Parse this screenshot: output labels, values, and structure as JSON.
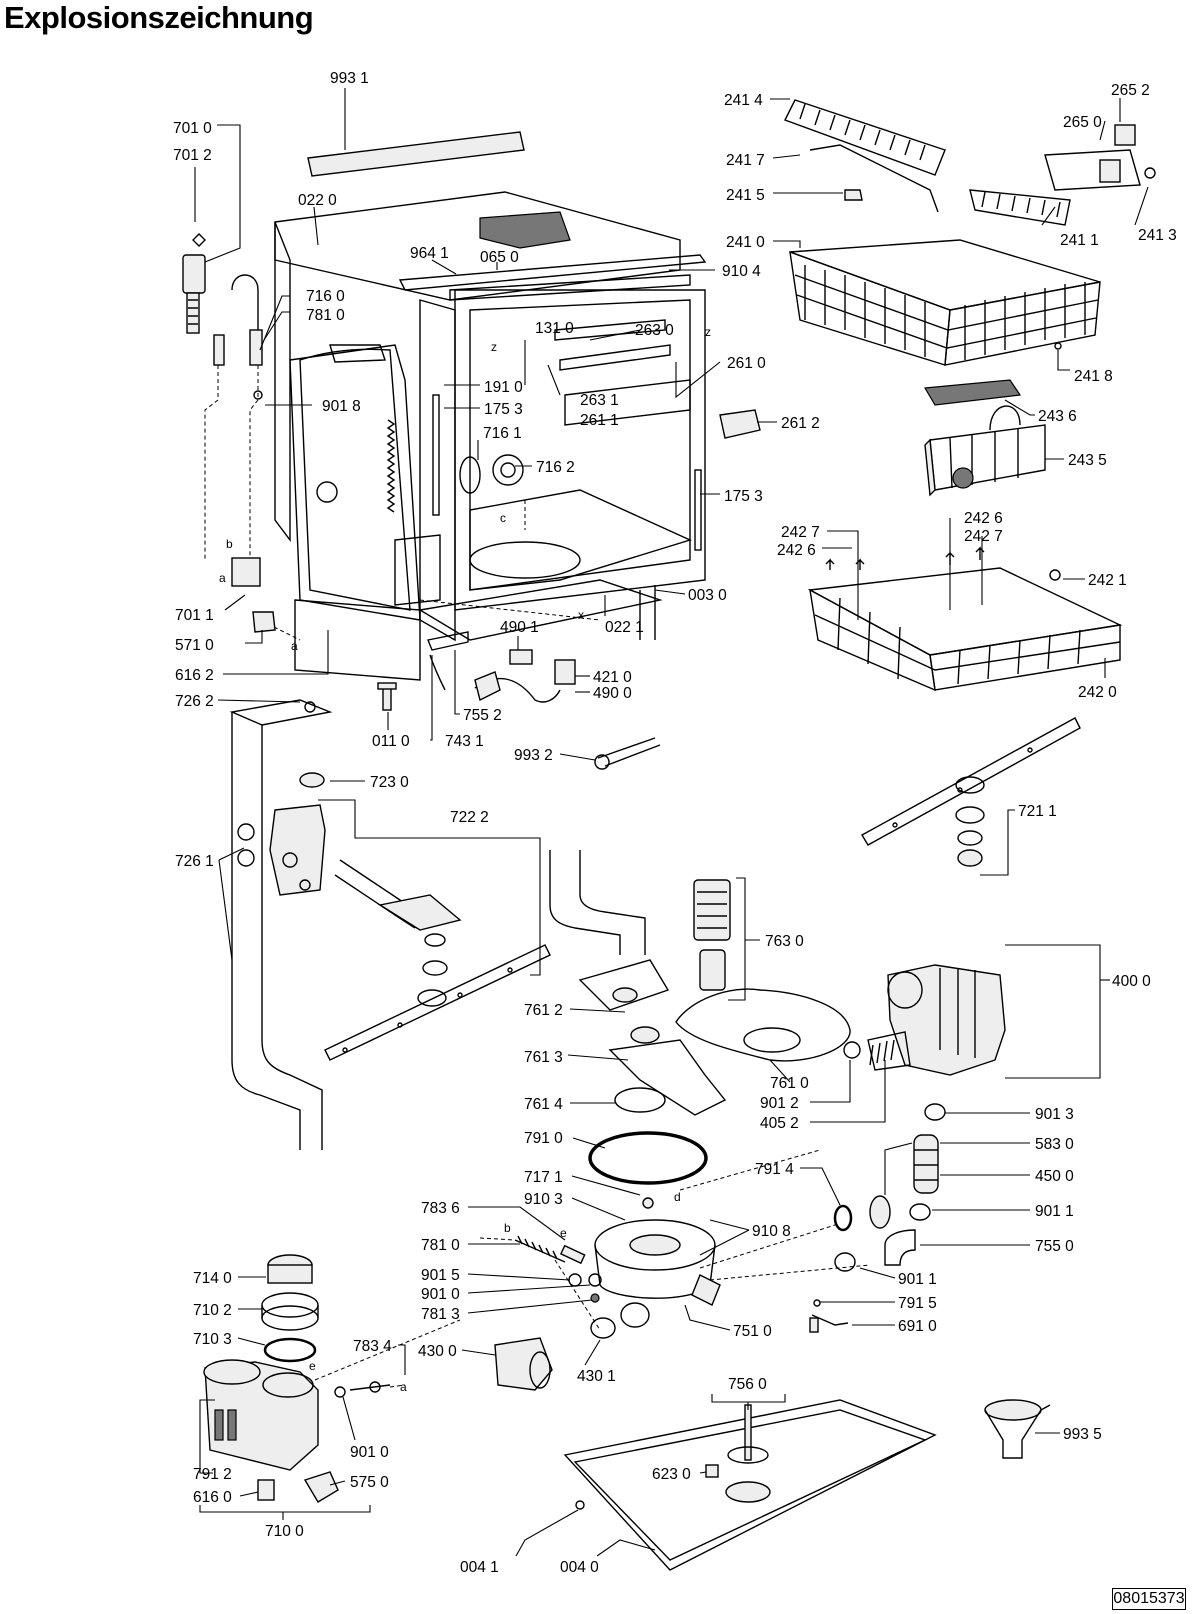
{
  "title": "Explosionszeichnung",
  "document_number": "08015373",
  "part_labels": [
    {
      "id": "993-1",
      "text": "993 1"
    },
    {
      "id": "701-0",
      "text": "701 0"
    },
    {
      "id": "701-2",
      "text": "701 2"
    },
    {
      "id": "022-0",
      "text": "022 0"
    },
    {
      "id": "964-1",
      "text": "964 1"
    },
    {
      "id": "065-0",
      "text": "065 0"
    },
    {
      "id": "910-4",
      "text": "910 4"
    },
    {
      "id": "716-0",
      "text": "716 0"
    },
    {
      "id": "781-0a",
      "text": "781 0"
    },
    {
      "id": "131-0",
      "text": "131 0"
    },
    {
      "id": "263-0",
      "text": "263 0"
    },
    {
      "id": "261-0",
      "text": "261 0"
    },
    {
      "id": "901-8",
      "text": "901 8"
    },
    {
      "id": "191-0",
      "text": "191 0"
    },
    {
      "id": "175-3a",
      "text": "175 3"
    },
    {
      "id": "263-1",
      "text": "263 1"
    },
    {
      "id": "261-1",
      "text": "261 1"
    },
    {
      "id": "716-1",
      "text": "716 1"
    },
    {
      "id": "716-2",
      "text": "716 2"
    },
    {
      "id": "175-3b",
      "text": "175 3"
    },
    {
      "id": "261-2",
      "text": "261 2"
    },
    {
      "id": "241-4",
      "text": "241 4"
    },
    {
      "id": "241-7",
      "text": "241 7"
    },
    {
      "id": "241-5",
      "text": "241 5"
    },
    {
      "id": "241-0",
      "text": "241 0"
    },
    {
      "id": "265-2",
      "text": "265 2"
    },
    {
      "id": "265-0",
      "text": "265 0"
    },
    {
      "id": "241-1",
      "text": "241 1"
    },
    {
      "id": "241-3",
      "text": "241 3"
    },
    {
      "id": "241-8",
      "text": "241 8"
    },
    {
      "id": "243-6",
      "text": "243 6"
    },
    {
      "id": "243-5",
      "text": "243 5"
    },
    {
      "id": "242-7a",
      "text": "242 7"
    },
    {
      "id": "242-6a",
      "text": "242 6"
    },
    {
      "id": "242-6b",
      "text": "242 6"
    },
    {
      "id": "242-7b",
      "text": "242 7"
    },
    {
      "id": "242-1",
      "text": "242 1"
    },
    {
      "id": "242-0",
      "text": "242 0"
    },
    {
      "id": "701-1",
      "text": "701 1"
    },
    {
      "id": "571-0",
      "text": "571 0"
    },
    {
      "id": "616-2",
      "text": "616 2"
    },
    {
      "id": "003-0",
      "text": "003 0"
    },
    {
      "id": "022-1",
      "text": "022 1"
    },
    {
      "id": "490-1",
      "text": "490 1"
    },
    {
      "id": "421-0",
      "text": "421 0"
    },
    {
      "id": "490-0",
      "text": "490 0"
    },
    {
      "id": "726-2",
      "text": "726 2"
    },
    {
      "id": "755-2",
      "text": "755 2"
    },
    {
      "id": "743-1",
      "text": "743 1"
    },
    {
      "id": "011-0",
      "text": "011 0"
    },
    {
      "id": "993-2",
      "text": "993 2"
    },
    {
      "id": "723-0",
      "text": "723 0"
    },
    {
      "id": "721-1",
      "text": "721 1"
    },
    {
      "id": "722-2",
      "text": "722 2"
    },
    {
      "id": "726-1",
      "text": "726 1"
    },
    {
      "id": "763-0",
      "text": "763 0"
    },
    {
      "id": "400-0",
      "text": "400 0"
    },
    {
      "id": "761-2",
      "text": "761 2"
    },
    {
      "id": "761-3",
      "text": "761 3"
    },
    {
      "id": "761-0",
      "text": "761 0"
    },
    {
      "id": "901-2",
      "text": "901 2"
    },
    {
      "id": "405-2",
      "text": "405 2"
    },
    {
      "id": "761-4",
      "text": "761 4"
    },
    {
      "id": "901-3",
      "text": "901 3"
    },
    {
      "id": "791-0",
      "text": "791 0"
    },
    {
      "id": "583-0",
      "text": "583 0"
    },
    {
      "id": "450-0",
      "text": "450 0"
    },
    {
      "id": "717-1",
      "text": "717 1"
    },
    {
      "id": "791-4",
      "text": "791 4"
    },
    {
      "id": "910-3",
      "text": "910 3"
    },
    {
      "id": "783-6",
      "text": "783 6"
    },
    {
      "id": "910-8",
      "text": "910 8"
    },
    {
      "id": "901-1a",
      "text": "901 1"
    },
    {
      "id": "781-0b",
      "text": "781 0"
    },
    {
      "id": "755-0",
      "text": "755 0"
    },
    {
      "id": "901-5",
      "text": "901 5"
    },
    {
      "id": "901-1b",
      "text": "901 1"
    },
    {
      "id": "901-0a",
      "text": "901 0"
    },
    {
      "id": "791-5",
      "text": "791 5"
    },
    {
      "id": "781-3",
      "text": "781 3"
    },
    {
      "id": "691-0",
      "text": "691 0"
    },
    {
      "id": "751-0",
      "text": "751 0"
    },
    {
      "id": "714-0",
      "text": "714 0"
    },
    {
      "id": "710-2",
      "text": "710 2"
    },
    {
      "id": "710-3",
      "text": "710 3"
    },
    {
      "id": "783-4",
      "text": "783 4"
    },
    {
      "id": "430-0",
      "text": "430 0"
    },
    {
      "id": "430-1",
      "text": "430 1"
    },
    {
      "id": "756-0",
      "text": "756 0"
    },
    {
      "id": "901-0b",
      "text": "901 0"
    },
    {
      "id": "993-5",
      "text": "993 5"
    },
    {
      "id": "623-0",
      "text": "623 0"
    },
    {
      "id": "791-2",
      "text": "791 2"
    },
    {
      "id": "575-0",
      "text": "575 0"
    },
    {
      "id": "616-0",
      "text": "616 0"
    },
    {
      "id": "710-0",
      "text": "710 0"
    },
    {
      "id": "004-1",
      "text": "004 1"
    },
    {
      "id": "004-0",
      "text": "004 0"
    }
  ],
  "connection_letters": [
    {
      "id": "z1",
      "text": "z"
    },
    {
      "id": "z2",
      "text": "z"
    },
    {
      "id": "c",
      "text": "c"
    },
    {
      "id": "x",
      "text": "x"
    },
    {
      "id": "b1",
      "text": "b"
    },
    {
      "id": "a1",
      "text": "a"
    },
    {
      "id": "a2",
      "text": "a"
    },
    {
      "id": "d",
      "text": "d"
    },
    {
      "id": "b2",
      "text": "b"
    },
    {
      "id": "e1",
      "text": "e"
    },
    {
      "id": "e2",
      "text": "e"
    },
    {
      "id": "a3",
      "text": "a"
    }
  ]
}
